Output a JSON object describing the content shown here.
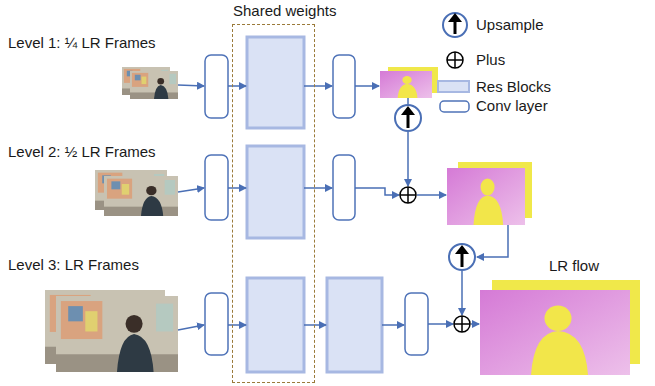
{
  "diagram": {
    "nodes": [
      {
        "text": [
          "Shared weights"
        ]
      }
    ],
    "edges": [],
    "labels": [
      "Level 1: ¼ LR Frames",
      "Level 2: ½ LR Frames",
      "Level 3: LR Frames",
      "LR flow"
    ],
    "legend": [
      {
        "text": "Upsample"
      },
      {
        "text": "Plus"
      },
      {
        "text": "Res Blocks",
        "color": "#dae2f5"
      },
      {
        "text": "Conv layer"
      }
    ]
  }
}
